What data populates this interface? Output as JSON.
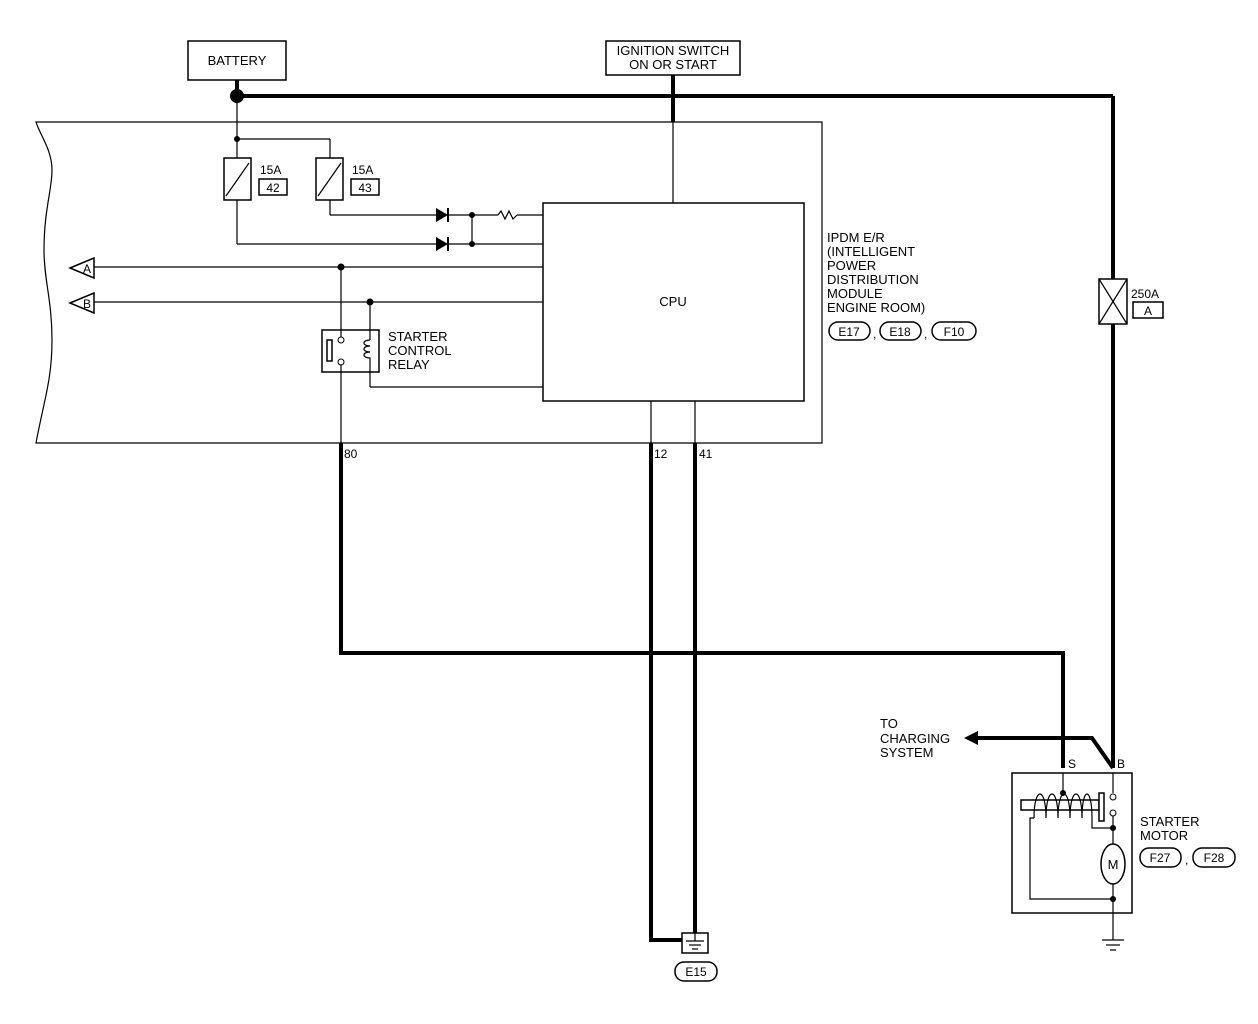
{
  "battery": {
    "label": "BATTERY"
  },
  "ignition": {
    "line1": "IGNITION SWITCH",
    "line2": "ON OR START"
  },
  "fuses": [
    {
      "rating": "15A",
      "number": "42"
    },
    {
      "rating": "15A",
      "number": "43"
    }
  ],
  "main_fuse": {
    "rating": "250A",
    "number": "A"
  },
  "connectors_left": [
    "A",
    "B"
  ],
  "ipdm": {
    "lines": [
      "IPDM E/R",
      "(INTELLIGENT",
      "POWER",
      "DISTRIBUTION",
      "MODULE",
      "ENGINE ROOM)"
    ],
    "connectors": [
      "E17",
      "E18",
      "F10"
    ],
    "cpu_label": "CPU"
  },
  "relay": {
    "lines": [
      "STARTER",
      "CONTROL",
      "RELAY"
    ]
  },
  "terminals": {
    "t80": "80",
    "t12": "12",
    "t41": "41"
  },
  "charging": {
    "lines": [
      "TO",
      "CHARGING",
      "SYSTEM"
    ]
  },
  "starter": {
    "lines": [
      "STARTER",
      "MOTOR"
    ],
    "connectors": [
      "F27",
      "F28"
    ],
    "terminal_s": "S",
    "terminal_b": "B",
    "motor_symbol": "M"
  },
  "ground": {
    "connector": "E15"
  },
  "separator": ","
}
